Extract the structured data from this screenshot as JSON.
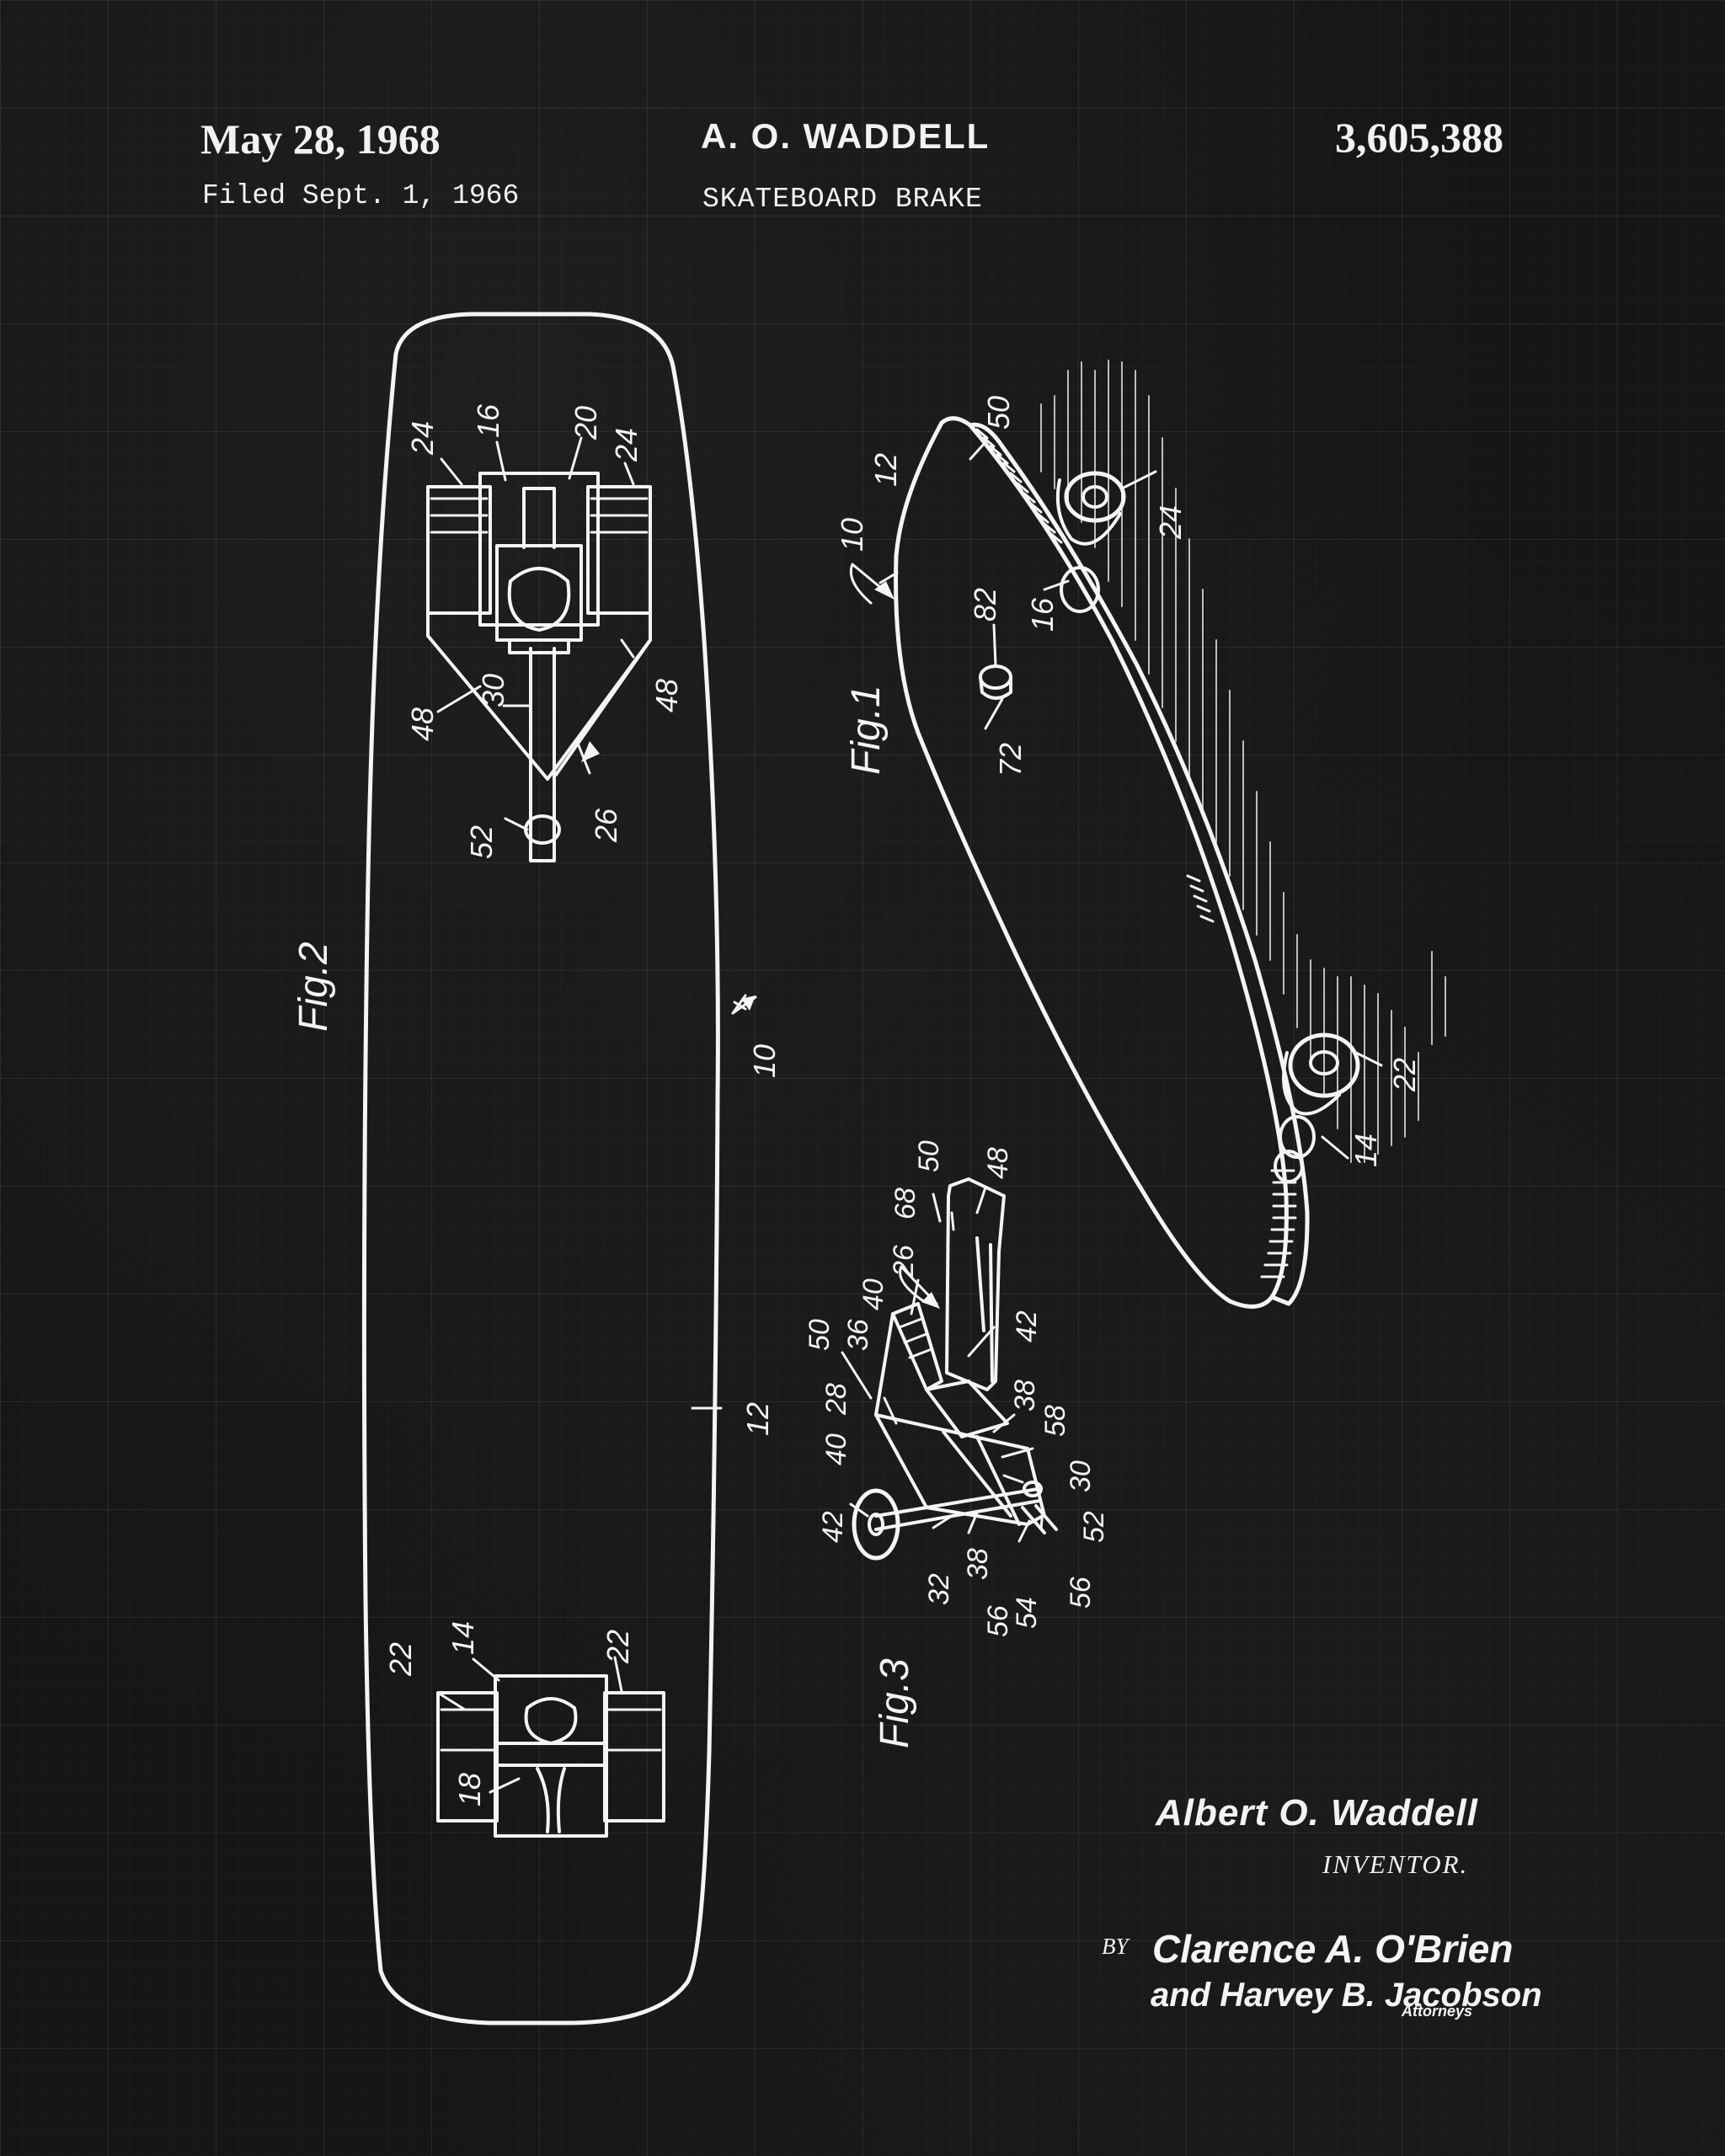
{
  "header": {
    "date": "May 28, 1968",
    "filed": "Filed Sept. 1, 1966",
    "inventor": "A. O. WADDELL",
    "title": "SKATEBOARD BRAKE",
    "patent_number": "3,605,388"
  },
  "figures": {
    "fig1": "Fig.1",
    "fig2": "Fig.2",
    "fig3": "Fig.3"
  },
  "callouts": {
    "fig2": [
      "24",
      "16",
      "20",
      "24",
      "48",
      "30",
      "48",
      "52",
      "26",
      "10",
      "12",
      "22",
      "14",
      "22",
      "18"
    ],
    "fig1": [
      "50",
      "12",
      "10",
      "24",
      "82",
      "16",
      "72",
      "22",
      "14"
    ],
    "fig3": [
      "50",
      "68",
      "48",
      "26",
      "40",
      "36",
      "50",
      "42",
      "28",
      "38",
      "58",
      "40",
      "30",
      "42",
      "52",
      "32",
      "38",
      "56",
      "54",
      "56"
    ]
  },
  "footer": {
    "inventor_name": "Albert O. Waddell",
    "inventor_label": "INVENTOR.",
    "by": "BY",
    "attorney_signature_1": "Clarence A. O'Brien",
    "attorney_signature_2": "and Harvey B. Jacobson",
    "attorneys_label": "Attorneys"
  },
  "colors": {
    "background": "#161616",
    "ink": "#f4f4f4"
  }
}
